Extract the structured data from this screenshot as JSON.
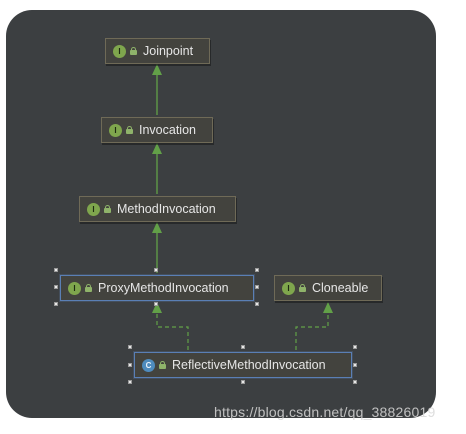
{
  "diagram": {
    "nodes": [
      {
        "id": "joinpoint",
        "kind_letter": "I",
        "label": "Joinpoint"
      },
      {
        "id": "invocation",
        "kind_letter": "I",
        "label": "Invocation"
      },
      {
        "id": "methodinvocation",
        "kind_letter": "I",
        "label": "MethodInvocation"
      },
      {
        "id": "proxymethodinvocation",
        "kind_letter": "I",
        "label": "ProxyMethodInvocation"
      },
      {
        "id": "cloneable",
        "kind_letter": "I",
        "label": "Cloneable"
      },
      {
        "id": "reflectivemethodinvocation",
        "kind_letter": "C",
        "label": "ReflectiveMethodInvocation"
      }
    ],
    "edges": [
      {
        "from": "invocation",
        "to": "joinpoint",
        "type": "extends"
      },
      {
        "from": "methodinvocation",
        "to": "invocation",
        "type": "extends"
      },
      {
        "from": "proxymethodinvocation",
        "to": "methodinvocation",
        "type": "extends"
      },
      {
        "from": "reflectivemethodinvocation",
        "to": "proxymethodinvocation",
        "type": "implements"
      },
      {
        "from": "reflectivemethodinvocation",
        "to": "cloneable",
        "type": "implements"
      }
    ]
  },
  "colors": {
    "background": "#3c3f41",
    "edge": "#62a048",
    "node_fill": "#43433e",
    "interface_badge": "#7fa64d",
    "class_badge": "#4e8bbd",
    "selection": "#5a7fb5"
  },
  "watermark": "https://blog.csdn.net/qq_38826019"
}
